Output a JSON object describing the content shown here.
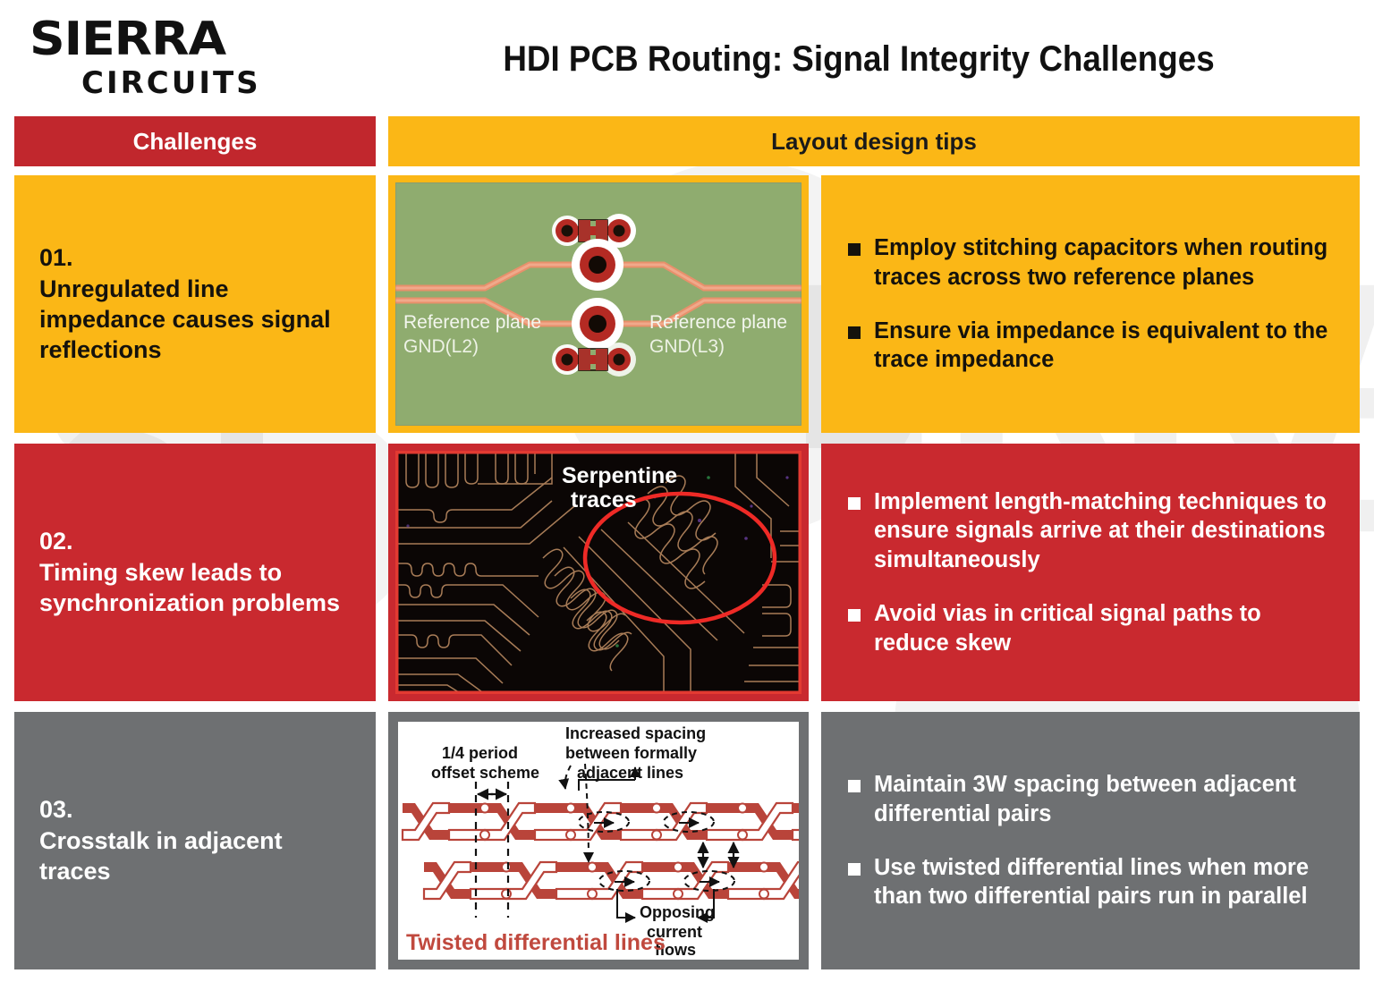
{
  "brand": {
    "name_line1": "SIERRA",
    "name_line2": "CIRCUITS",
    "watermark_text": "SIERRA CIRCUITS"
  },
  "header": {
    "title": "HDI PCB Routing: Signal Integrity Challenges",
    "col_challenges": "Challenges",
    "col_tips": "Layout design tips"
  },
  "colors": {
    "amber": "#FBB716",
    "red": "#C9292F",
    "header_red": "#C1272D",
    "gray": "#6E7072",
    "pcb_green": "#8FAC6F",
    "copper": "#E8906B",
    "via_red": "#B42A23",
    "trace_red": "#B9443A",
    "dark_board": "#0b0606"
  },
  "rows": [
    {
      "number": "01.",
      "challenge": "Unregulated line impedance causes signal reflections",
      "theme": "amber",
      "figure": {
        "kind": "reference-plane-vias",
        "label_left_line1": "Reference plane",
        "label_left_line2": "GND(L2)",
        "label_right_line1": "Reference plane",
        "label_right_line2": "GND(L3)"
      },
      "tips": [
        "Employ stitching capacitors when routing traces across two reference planes",
        "Ensure via impedance is equivalent to the trace impedance"
      ]
    },
    {
      "number": "02.",
      "challenge": "Timing skew leads to synchronization problems",
      "theme": "red",
      "figure": {
        "kind": "serpentine-pcb-photo",
        "callout_line1": "Serpentine",
        "callout_line2": "traces"
      },
      "tips": [
        "Implement length-matching techniques to ensure signals arrive at their destinations simultaneously",
        "Avoid vias in critical signal paths to reduce skew"
      ]
    },
    {
      "number": "03.",
      "challenge": "Crosstalk in adjacent traces",
      "theme": "gray",
      "figure": {
        "kind": "twisted-differential-lines",
        "annot_quarter_line1": "1/4 period",
        "annot_quarter_line2": "offset scheme",
        "annot_spacing_line1": "Increased spacing",
        "annot_spacing_line2": "between formally",
        "annot_spacing_line3": "adjacent lines",
        "annot_current_line1": "Opposing",
        "annot_current_line2": "current",
        "annot_current_line3": "flows",
        "caption": "Twisted differential lines"
      },
      "tips": [
        "Maintain 3W spacing between adjacent differential pairs",
        "Use twisted differential lines when more than two differential pairs run in parallel"
      ]
    }
  ]
}
